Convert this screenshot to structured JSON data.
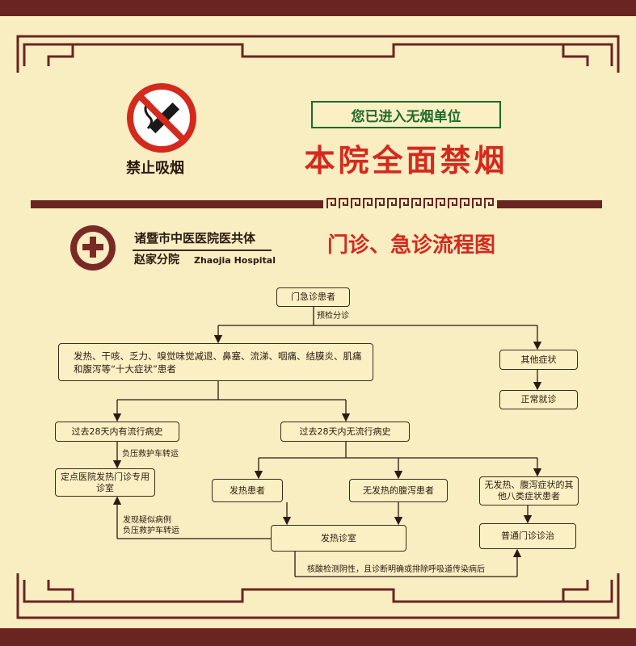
{
  "header": {
    "no_smoking_label": "禁止吸烟",
    "smoke_free_notice": "您已进入无烟单位",
    "headline": "本院全面禁烟"
  },
  "hospital": {
    "name": "诸暨市中医医院医共体",
    "branch": "赵家分院",
    "english": "Zhaojia Hospital",
    "chart_title": "门诊、急诊流程图"
  },
  "flow": {
    "start": "门急诊患者",
    "triage": "预检分诊",
    "ten_symptoms": "发热、干咳、乏力、嗅觉味觉减退、鼻塞、流涕、咽痛、结膜炎、肌痛和腹泻等“十大症状”患者",
    "other_symptoms": "其他症状",
    "normal_visit": "正常就诊",
    "with_history": "过去28天内有流行病史",
    "without_history": "过去28天内无流行病史",
    "ambulance_transfer": "负压救护车转运",
    "designated_clinic": "定点医院发热门诊专用诊室",
    "fever_patient": "发热患者",
    "diarrhea_no_fever": "无发热的腹泻患者",
    "other_eight": "无发热、腹泻症状的其他八类症状患者",
    "fever_clinic": "发热诊室",
    "general_clinic": "普通门诊诊治",
    "suspected_line1": "发现疑似病例",
    "suspected_line2": "负压救护车转运",
    "negative_test": "核酸检测阴性，且诊断明确或排除呼吸道传染病后"
  },
  "colors": {
    "maroon": "#6a2422",
    "red": "#d42a1e",
    "green": "#1f6b2a",
    "background": "#f9edc2"
  }
}
